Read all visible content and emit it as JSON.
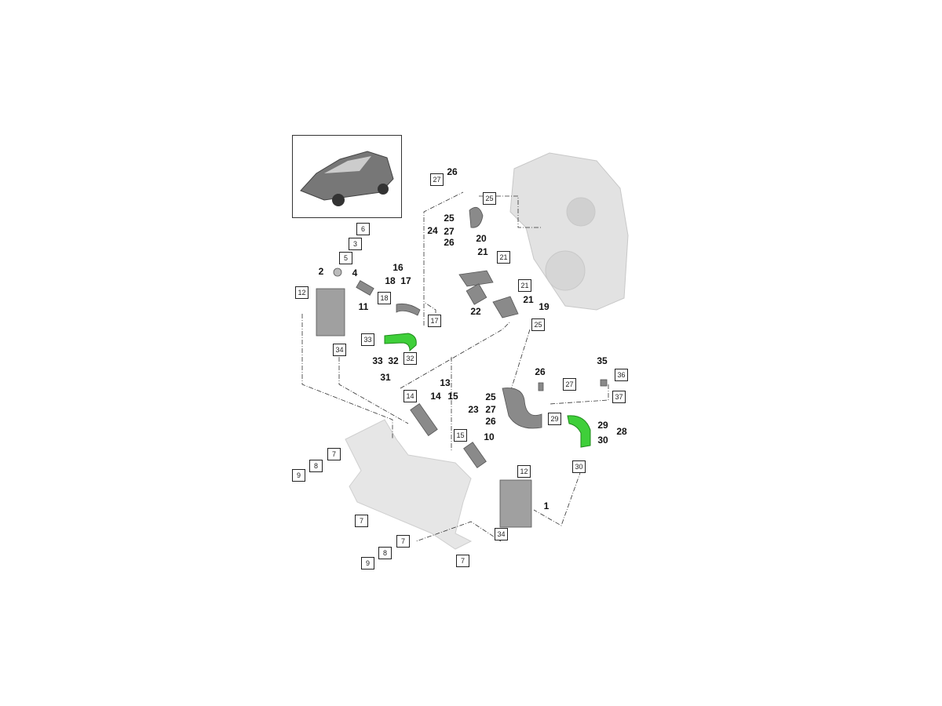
{
  "diagram": {
    "title_image": "vehicle-thumbnail",
    "boxed_callouts": [
      "6",
      "3",
      "5",
      "12",
      "18",
      "17",
      "33",
      "34",
      "32",
      "27",
      "25",
      "21",
      "21",
      "25",
      "14",
      "15",
      "12",
      "27",
      "36",
      "37",
      "29",
      "30",
      "34",
      "7",
      "8",
      "9",
      "7",
      "7",
      "8",
      "9",
      "7"
    ],
    "bold_callouts": [
      "4",
      "2",
      "11",
      "16",
      "18",
      "17",
      "33",
      "32",
      "31",
      "26",
      "25",
      "24",
      "27",
      "26",
      "20",
      "21",
      "22",
      "21",
      "19",
      "13",
      "14",
      "15",
      "26",
      "35",
      "25",
      "23",
      "27",
      "26",
      "10",
      "29",
      "30",
      "28",
      "1"
    ],
    "colors": {
      "highlight": "#3fcf3a",
      "part": "#8a8a8a",
      "ghost": "#dcdcdc",
      "line": "#333333"
    }
  }
}
